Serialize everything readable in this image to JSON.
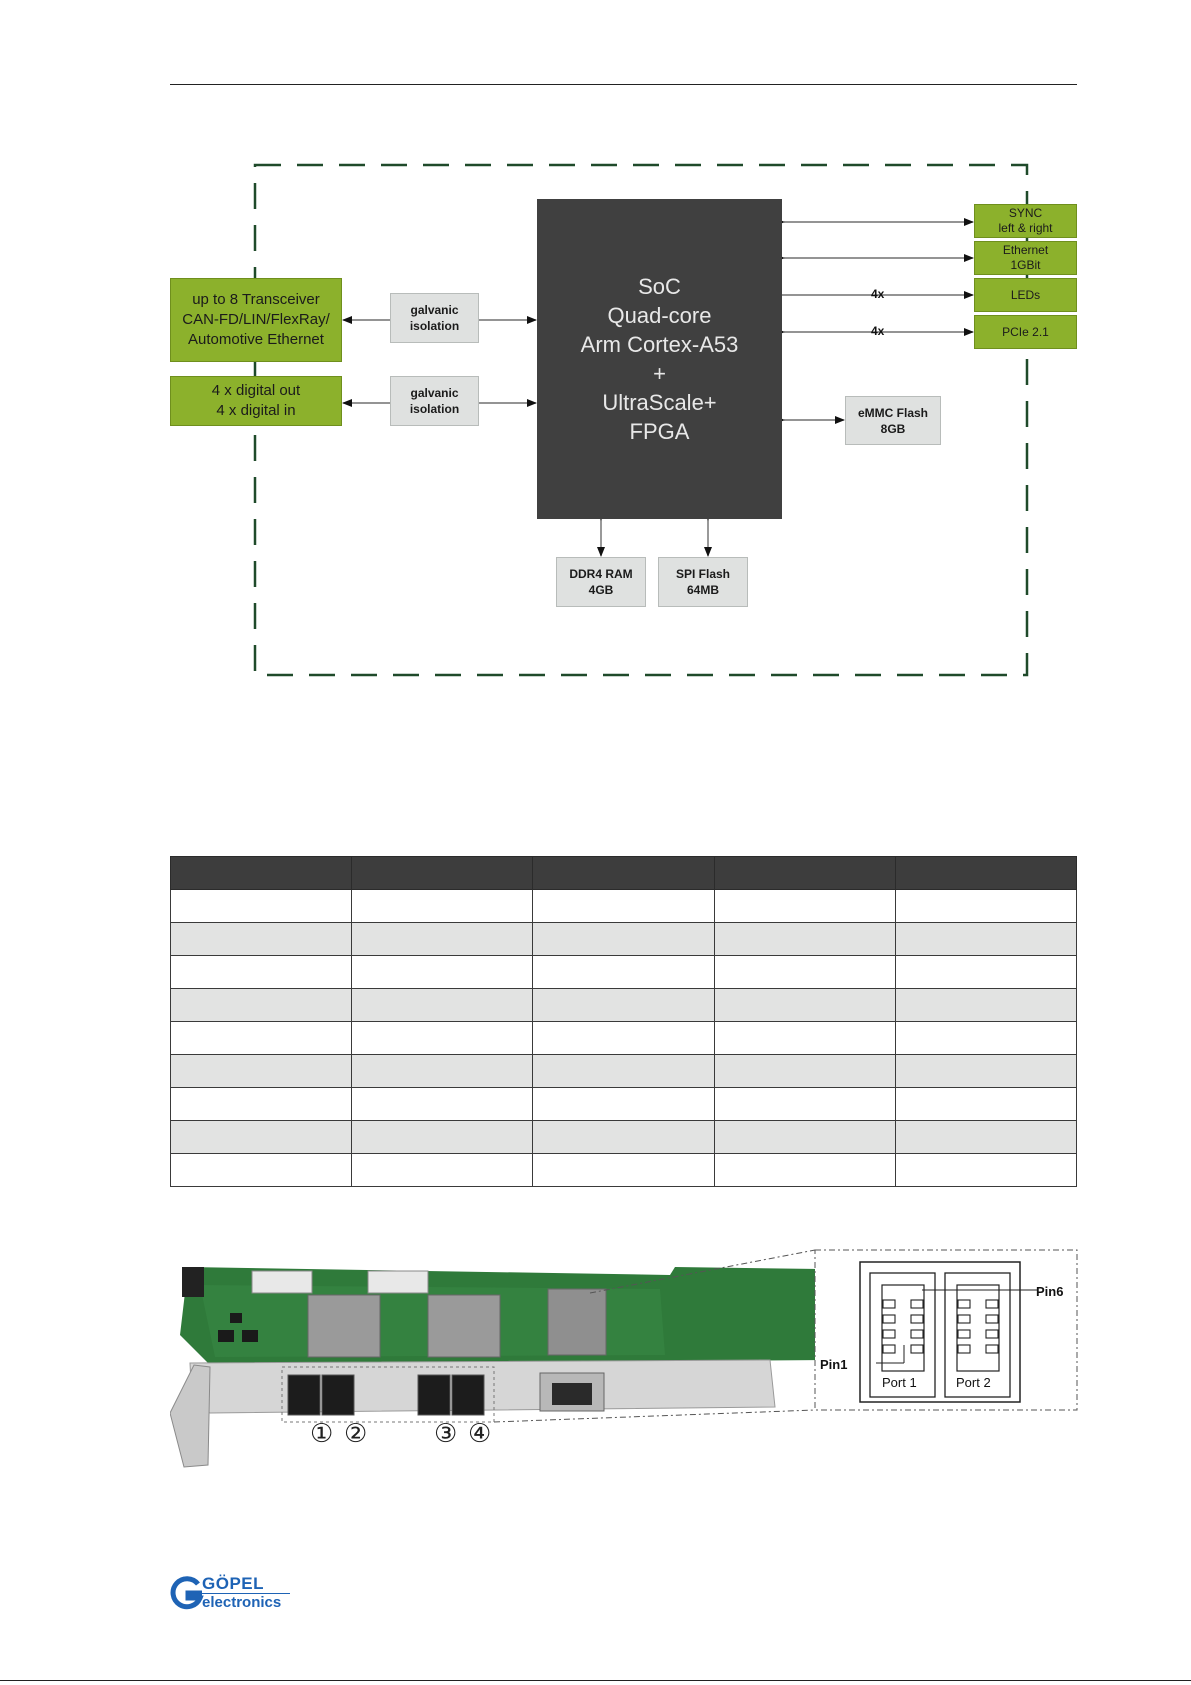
{
  "diagram": {
    "soc_lines": [
      "SoC",
      "Quad-core",
      "Arm Cortex-A53",
      "+",
      "UltraScale+",
      "FPGA"
    ],
    "transceiver_lines": [
      "up to 8 Transceiver",
      "CAN-FD/LIN/FlexRay/",
      "Automotive Ethernet"
    ],
    "digital_lines": [
      "4 x digital out",
      "4 x digital in"
    ],
    "isolation_1_lines": [
      "galvanic",
      "isolation"
    ],
    "isolation_2_lines": [
      "galvanic",
      "isolation"
    ],
    "sync_lines": [
      "SYNC",
      "left & right"
    ],
    "ethernet_lines": [
      "Ethernet",
      "1GBit"
    ],
    "leds": "LEDs",
    "pcie": "PCIe 2.1",
    "leds_count": "4x",
    "pcie_count": "4x",
    "emmc_lines": [
      "eMMC Flash",
      "8GB"
    ],
    "ddr_lines": [
      "DDR4 RAM",
      "4GB"
    ],
    "spi_lines": [
      "SPI Flash",
      "64MB"
    ],
    "colors": {
      "green": "#8cb12c",
      "dark": "#404040",
      "gray": "#dfe1e0",
      "dash": "#1f4a2a"
    }
  },
  "photo": {
    "port_numbers": [
      "①",
      "②",
      "③",
      "④"
    ],
    "pin6": "Pin6",
    "pin1": "Pin1",
    "port1": "Port 1",
    "port2": "Port 2"
  },
  "logo": {
    "brand_top": "GÖPEL",
    "brand_bottom": "electronics",
    "color": "#1e63b5"
  }
}
